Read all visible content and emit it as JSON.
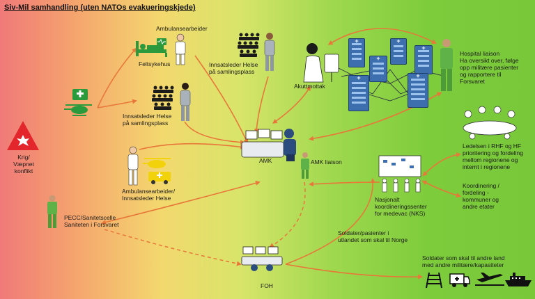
{
  "title": "Siv-Mil samhandling (uten NATOs evakueringskjede)",
  "labels": {
    "war": "Krig/\nVæpnet\nkonflikt",
    "paramedic_top": "Ambulansearbeider",
    "field_hospital": "Feltsykehus",
    "incident_leader_top": "Innsatsleder Helse\npå samlingsplass",
    "incident_leader_mid": "Innsatsleder Helse\npå samlingsplass",
    "er": "Akuttmottak",
    "hospital_liaison": "Hospital liaison\nHa oversikt over, følge\nopp militære pasienter\nog rapportere til\nForsvaret",
    "amk": "AMK",
    "amk_liaison": "AMK liaison",
    "paramedic_bottom": "Ambulansearbeider/\nInnsatsleder Helse",
    "rhf": "Ledelsen i RHF og HF\nprioritering og fordeling\nmellom regionene og\ninternt i regionene",
    "coordination": "Koordinering /\nfordeling  -\nkommuner og\nandre etater",
    "nks": "Nasjonalt\nkoordineringssenter\nfor medevac (NKS)",
    "pecc": "PECC/Sanitetscelle\nSaniteten i Forsvaret",
    "soldiers_abroad": "Soldater/pasienter i\nutlandet som skal til Norge",
    "soldiers_other": "Soldater som skal til andre land\nmed andre militære/kapasiteter",
    "foh": "FOH"
  },
  "colors": {
    "arrow": "#e8773a",
    "warning": "#e3262b",
    "green_icon": "#2a9a3c",
    "yellow_icon": "#f2d20a",
    "building": "#3d6fae"
  },
  "icons": [
    "warning-triangle-icon",
    "ambulance-helicopter-icon",
    "field-hospital-icon",
    "paramedic-person-icon",
    "crowd-icon",
    "doctor-person-icon",
    "hospital-building-icon",
    "control-room-icon",
    "soldier-icon",
    "yellow-vehicles-icon",
    "meeting-icon",
    "map-board-icon",
    "railway-icon",
    "ambulance-truck-icon",
    "airplane-icon",
    "ship-icon"
  ]
}
